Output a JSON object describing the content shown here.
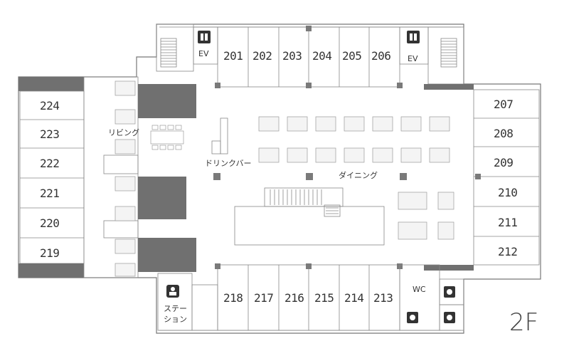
{
  "floor": "2F",
  "rooms_top": [
    "201",
    "202",
    "203",
    "204",
    "205",
    "206"
  ],
  "rooms_right": [
    "207",
    "208",
    "209",
    "210",
    "211",
    "212"
  ],
  "rooms_bottom": [
    "218",
    "217",
    "216",
    "215",
    "214",
    "213"
  ],
  "rooms_left": [
    "224",
    "223",
    "222",
    "221",
    "220",
    "219"
  ],
  "elevators": [
    "EV",
    "EV"
  ],
  "areas": {
    "living": "リビング",
    "drink_bar": "ドリンクバー",
    "dining": "ダイニング",
    "wc": "WC",
    "station_line1": "ステー",
    "station_line2": "ション"
  },
  "icons": [
    "elevator-icon",
    "nurse-station-icon",
    "toilet-icon"
  ]
}
